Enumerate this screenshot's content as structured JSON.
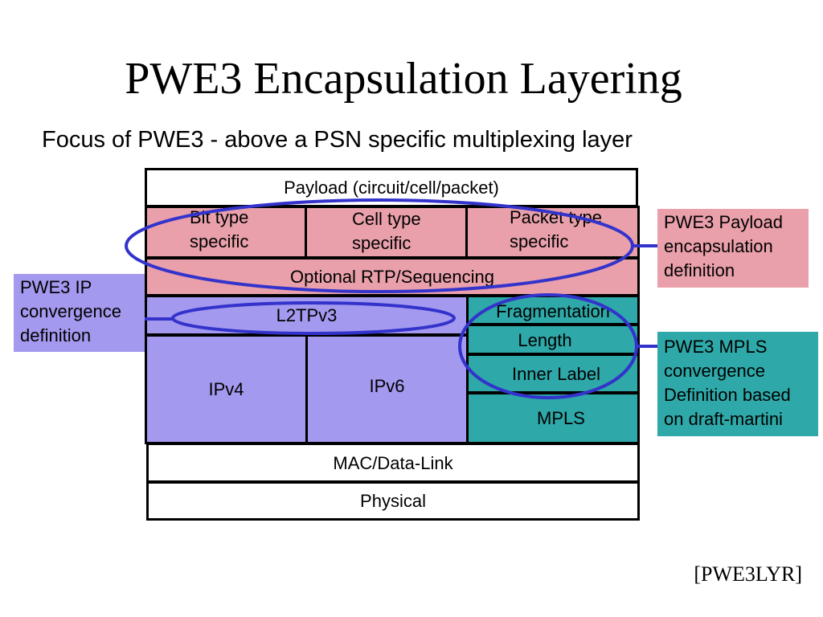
{
  "title": "PWE3 Encapsulation Layering",
  "subtitle": "Focus of PWE3 - above a PSN specific multiplexing layer",
  "layers": {
    "payload": "Payload (circuit/cell/packet)",
    "bit_type": [
      "Bit type",
      "specific"
    ],
    "cell_type": [
      "Cell type",
      "specific"
    ],
    "packet_type": [
      "Packet type",
      "specific"
    ],
    "rtp": "Optional RTP/Sequencing",
    "l2tpv3": "L2TPv3",
    "ipv4": "IPv4",
    "ipv6": "IPv6",
    "fragmentation": "Fragmentation",
    "length": "Length",
    "inner_label": "Inner Label",
    "mpls": "MPLS",
    "mac": "MAC/Data-Link",
    "physical": "Physical"
  },
  "callouts": {
    "payload_def": [
      "PWE3 Payload",
      "encapsulation",
      "definition"
    ],
    "ip_def": [
      "PWE3 IP",
      "convergence",
      "definition"
    ],
    "mpls_def": [
      "PWE3 MPLS",
      "convergence",
      "Definition based",
      "on draft-martini"
    ]
  },
  "reference": "[PWE3LYR]",
  "colors": {
    "pink": "#e9a0aa",
    "lavender": "#a399ee",
    "teal": "#2ea8a8",
    "ellipse": "#3333cc"
  }
}
